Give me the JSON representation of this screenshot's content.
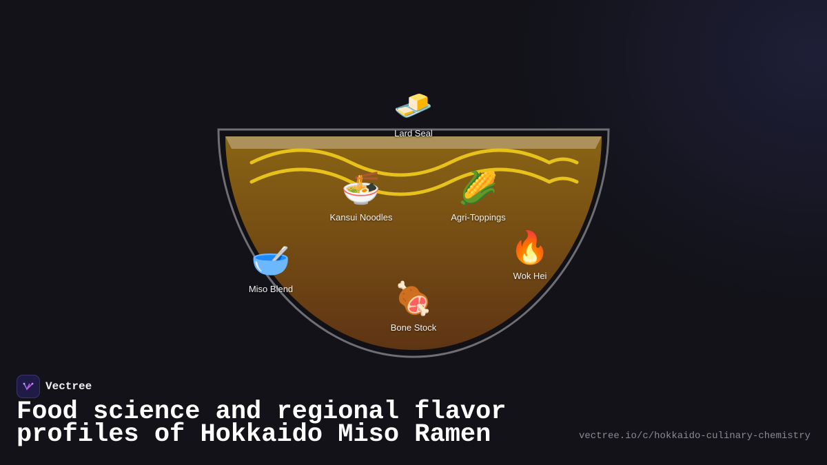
{
  "bowl": {
    "items": [
      {
        "icon": "butter-icon",
        "glyph": "🧈",
        "label": "Lard Seal"
      },
      {
        "icon": "ramen-bowl-icon",
        "glyph": "🍜",
        "label": "Kansui Noodles"
      },
      {
        "icon": "corn-icon",
        "glyph": "🌽",
        "label": "Agri-Toppings"
      },
      {
        "icon": "fire-icon",
        "glyph": "🔥",
        "label": "Wok Hei"
      },
      {
        "icon": "bowl-with-spoon-icon",
        "glyph": "🥣",
        "label": "Miso Blend"
      },
      {
        "icon": "meat-on-bone-icon",
        "glyph": "🍖",
        "label": "Bone Stock"
      }
    ],
    "colors": {
      "broth_top": "#8a6414",
      "broth_bottom": "#5e3414",
      "noodle": "#e6c21a",
      "rim": "#6e6e74"
    }
  },
  "brand": {
    "name": "Vectree",
    "logo_icon": "vectree-logo-icon"
  },
  "headline": "Food science and regional flavor profiles of Hokkaido Miso Ramen",
  "url": "vectree.io/c/hokkaido-culinary-chemistry"
}
